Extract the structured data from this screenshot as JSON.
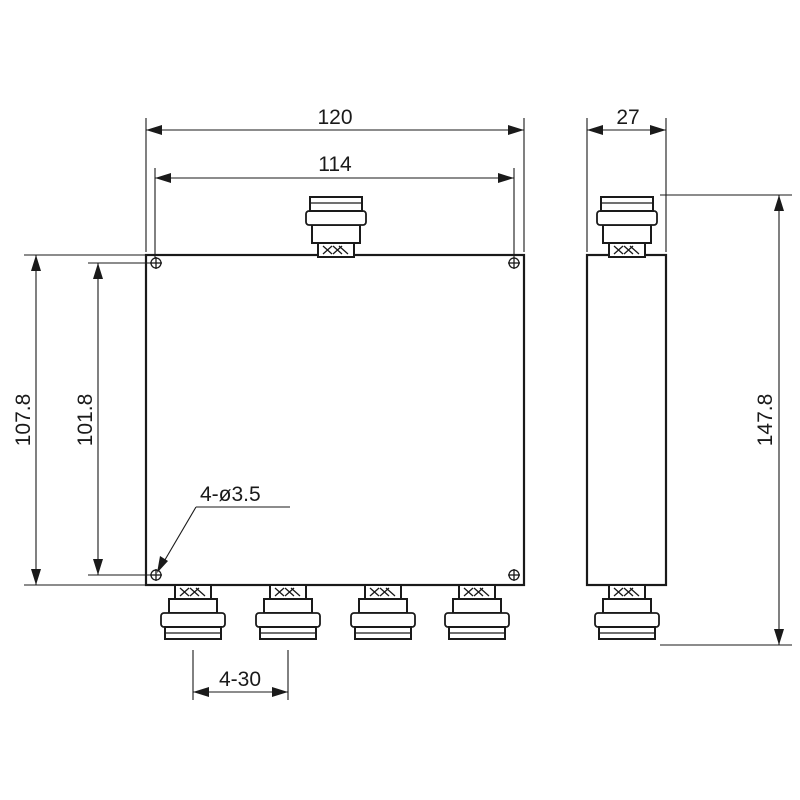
{
  "dimensions": {
    "overall_width": "120",
    "hole_spacing_width": "114",
    "side_depth": "27",
    "overall_height": "107.8",
    "hole_spacing_height": "101.8",
    "total_height": "147.8",
    "hole_callout": "4-ø3.5",
    "port_pitch": "4-30"
  }
}
